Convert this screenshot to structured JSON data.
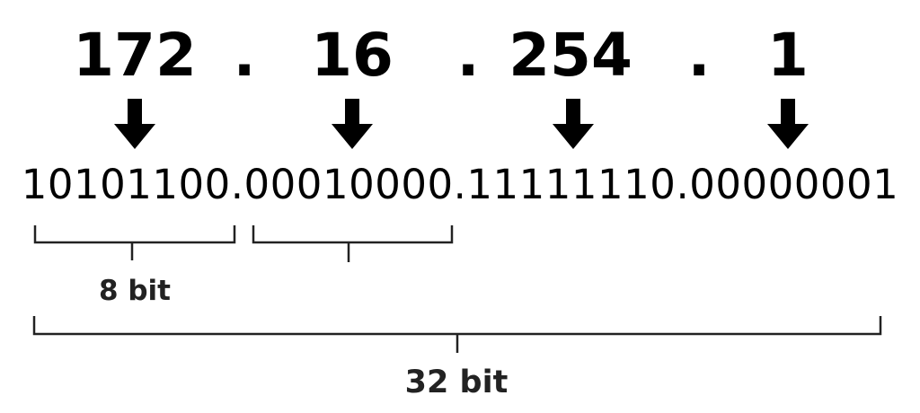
{
  "decimal": {
    "octets": [
      "172",
      "16",
      "254",
      "1"
    ],
    "separator": "."
  },
  "binary_address": "10101100.00010000.11111110.00000001",
  "labels": {
    "byte": "8 bit",
    "total": "32 bit"
  },
  "colors": {
    "text": "#000000",
    "label": "#222222",
    "background": "#ffffff"
  },
  "icons": [
    "arrow-down-icon"
  ]
}
